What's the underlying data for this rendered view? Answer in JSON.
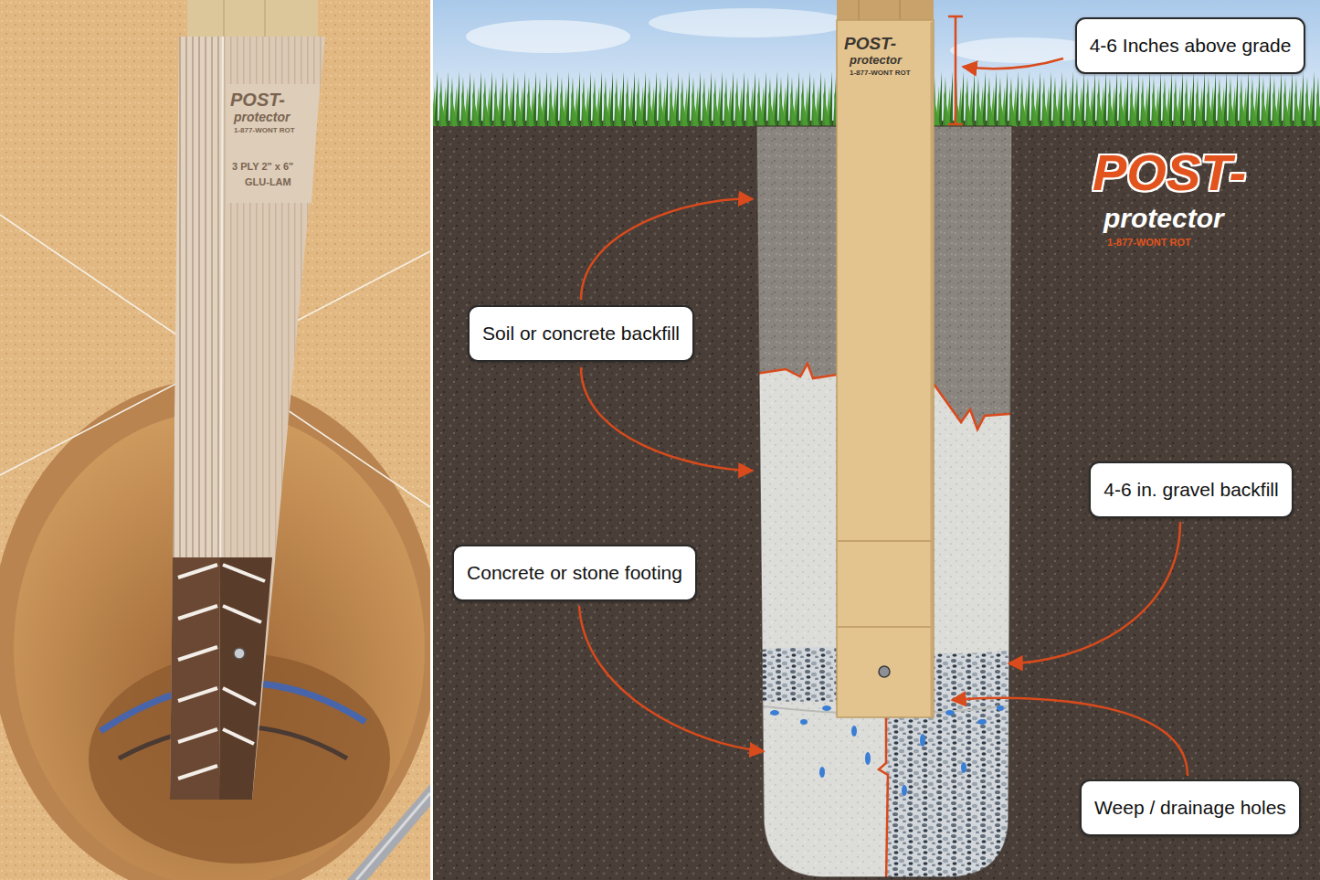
{
  "diagram": {
    "nodes": [
      {
        "text": [
          "4-6 Inches above grade"
        ]
      },
      {
        "text": [
          "Soil or concrete backfill"
        ]
      },
      {
        "text": [
          "4-6 in. gravel backfill"
        ]
      },
      {
        "text": [
          "Concrete or stone footing"
        ]
      },
      {
        "text": [
          "Weep / drainage holes"
        ]
      }
    ],
    "labels": [
      "POST-",
      "protector",
      "1-877-WONT ROT",
      "3 PLY 2\" x 6\"",
      "GLU-LAM",
      "POST-",
      "protector",
      "1-877-WONT ROT",
      "POST-",
      "protector",
      "1-877-WONT ROT"
    ]
  }
}
